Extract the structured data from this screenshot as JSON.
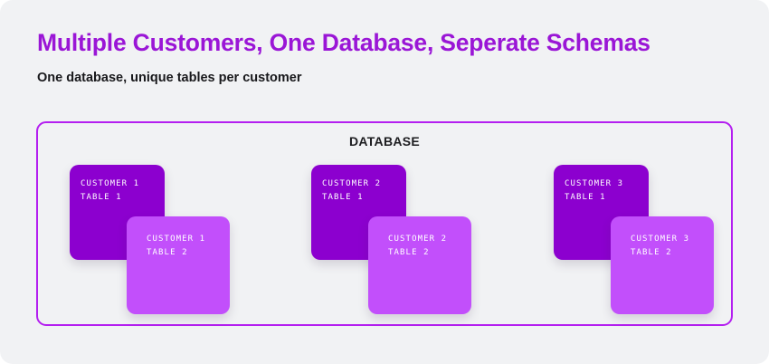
{
  "header": {
    "title": "Multiple Customers, One Database, Seperate Schemas",
    "subtitle": "One database, unique tables per customer",
    "title_color": "#9a16d6",
    "subtitle_color": "#18181b"
  },
  "database": {
    "label": "DATABASE",
    "border_color": "#b41ff0"
  },
  "colors": {
    "page_background": "#f1f2f4",
    "primary_card": "#8c00cf",
    "secondary_card": "#c24ffb",
    "card_text": "#ffffff"
  },
  "groups": [
    {
      "name": "customer-1",
      "primary": {
        "line1": "CUSTOMER 1",
        "line2": "TABLE 1"
      },
      "secondary": {
        "line1": "CUSTOMER 1",
        "line2": "TABLE 2"
      }
    },
    {
      "name": "customer-2",
      "primary": {
        "line1": "CUSTOMER 2",
        "line2": "TABLE 1"
      },
      "secondary": {
        "line1": "CUSTOMER 2",
        "line2": "TABLE 2"
      }
    },
    {
      "name": "customer-3",
      "primary": {
        "line1": "CUSTOMER 3",
        "line2": "TABLE 1"
      },
      "secondary": {
        "line1": "CUSTOMER 3",
        "line2": "TABLE 2"
      }
    }
  ]
}
